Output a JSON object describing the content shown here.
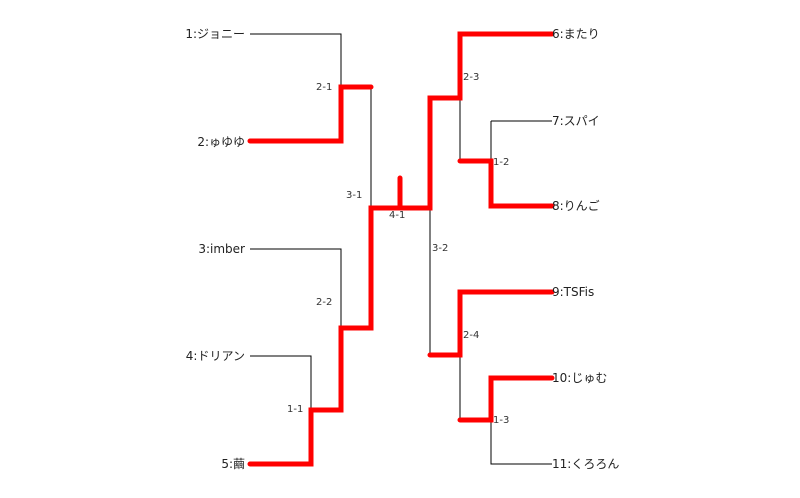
{
  "players": [
    {
      "id": "p1",
      "label": "1:ジョニー"
    },
    {
      "id": "p2",
      "label": "2:ゅゆゆ"
    },
    {
      "id": "p3",
      "label": "3:imber"
    },
    {
      "id": "p4",
      "label": "4:ドリアン"
    },
    {
      "id": "p5",
      "label": "5:繭"
    },
    {
      "id": "p6",
      "label": "6:またり"
    },
    {
      "id": "p7",
      "label": "7:スパイ"
    },
    {
      "id": "p8",
      "label": "8:りんご"
    },
    {
      "id": "p9",
      "label": "9:TSFis"
    },
    {
      "id": "p10",
      "label": "10:じゅむ"
    },
    {
      "id": "p11",
      "label": "11:くろろん"
    }
  ],
  "matches": [
    {
      "id": "m11",
      "label": "1-1"
    },
    {
      "id": "m12",
      "label": "1-2"
    },
    {
      "id": "m13",
      "label": "1-3"
    },
    {
      "id": "m21",
      "label": "2-1"
    },
    {
      "id": "m22",
      "label": "2-2"
    },
    {
      "id": "m23",
      "label": "2-3"
    },
    {
      "id": "m24",
      "label": "2-4"
    },
    {
      "id": "m31",
      "label": "3-1"
    },
    {
      "id": "m32",
      "label": "3-2"
    },
    {
      "id": "m41",
      "label": "4-1"
    }
  ],
  "colors": {
    "line": "#000000",
    "winner": "#ff0000"
  }
}
